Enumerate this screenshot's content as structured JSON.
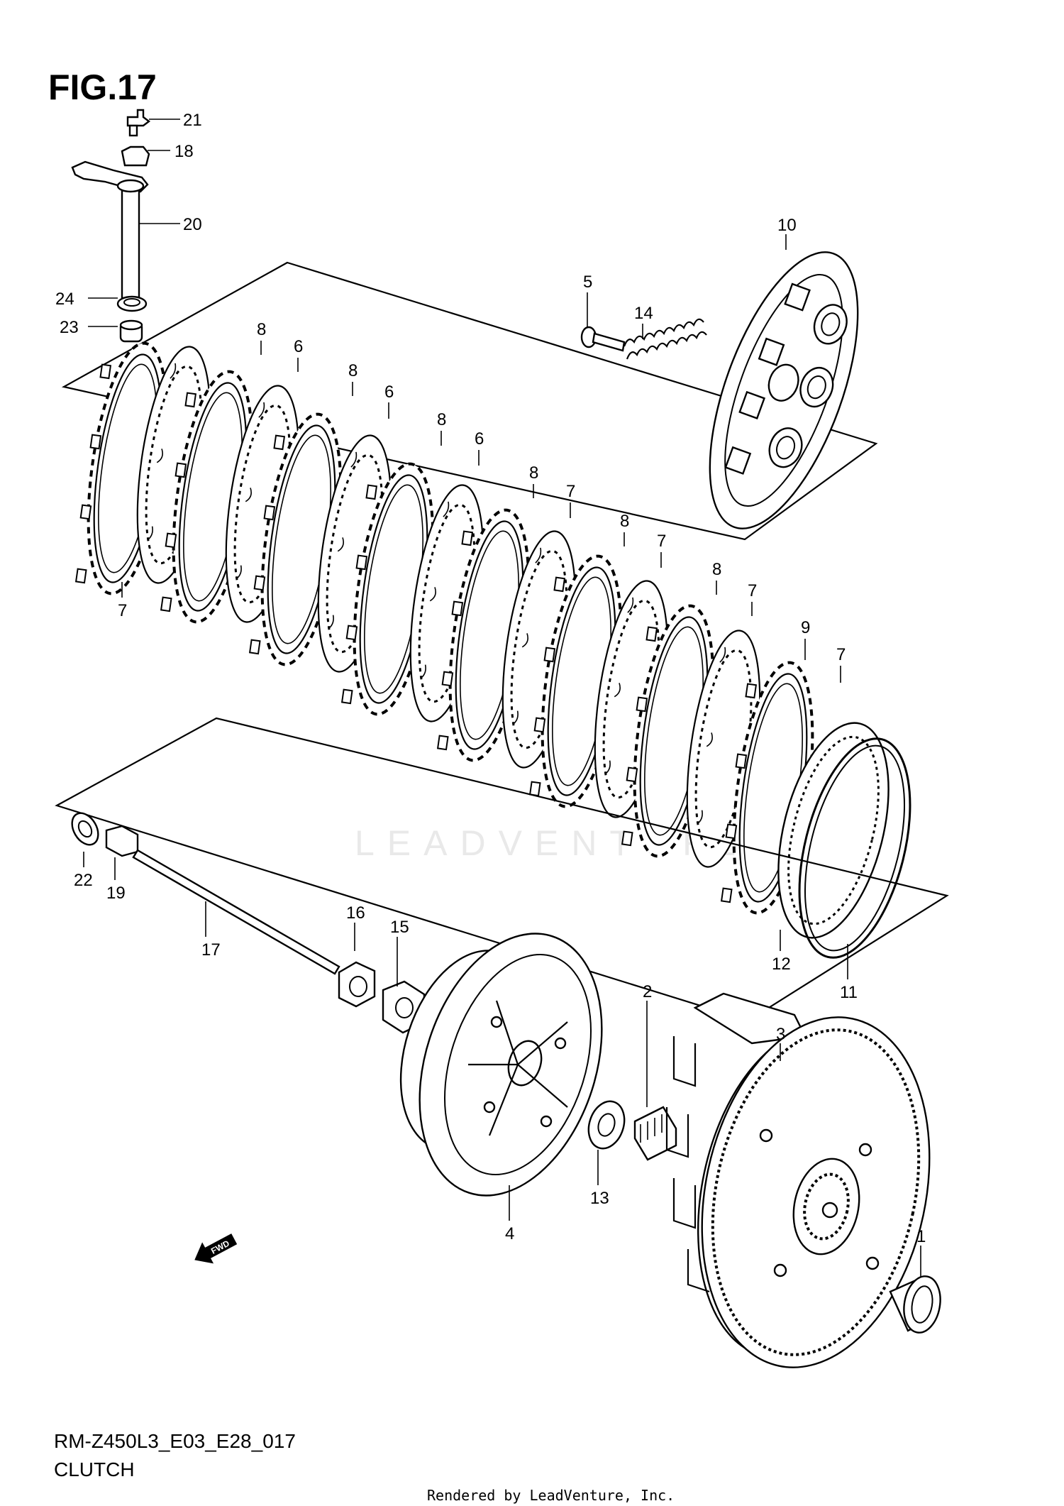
{
  "figure": {
    "title": "FIG.17",
    "drawing_code": "RM-Z450L3_E03_E28_017",
    "drawing_name": "CLUTCH",
    "rendered_by": "Rendered by LeadVenture, Inc.",
    "watermark": "LEADVENTURE",
    "fwd_label": "FWD"
  },
  "callouts": [
    {
      "id": "c21",
      "text": "21"
    },
    {
      "id": "c18",
      "text": "18"
    },
    {
      "id": "c20",
      "text": "20"
    },
    {
      "id": "c24",
      "text": "24"
    },
    {
      "id": "c23",
      "text": "23"
    },
    {
      "id": "c10",
      "text": "10"
    },
    {
      "id": "c5",
      "text": "5"
    },
    {
      "id": "c14",
      "text": "14"
    },
    {
      "id": "c8a",
      "text": "8"
    },
    {
      "id": "c6a",
      "text": "6"
    },
    {
      "id": "c8b",
      "text": "8"
    },
    {
      "id": "c6b",
      "text": "6"
    },
    {
      "id": "c8c",
      "text": "8"
    },
    {
      "id": "c6c",
      "text": "6"
    },
    {
      "id": "c8d",
      "text": "8"
    },
    {
      "id": "c7a",
      "text": "7"
    },
    {
      "id": "c8e",
      "text": "8"
    },
    {
      "id": "c7b",
      "text": "7"
    },
    {
      "id": "c8f",
      "text": "8"
    },
    {
      "id": "c7c",
      "text": "7"
    },
    {
      "id": "c9",
      "text": "9"
    },
    {
      "id": "c7d",
      "text": "7"
    },
    {
      "id": "c7e",
      "text": "7"
    },
    {
      "id": "c22",
      "text": "22"
    },
    {
      "id": "c19",
      "text": "19"
    },
    {
      "id": "c17",
      "text": "17"
    },
    {
      "id": "c16",
      "text": "16"
    },
    {
      "id": "c15",
      "text": "15"
    },
    {
      "id": "c12",
      "text": "12"
    },
    {
      "id": "c11",
      "text": "11"
    },
    {
      "id": "c3",
      "text": "3"
    },
    {
      "id": "c2",
      "text": "2"
    },
    {
      "id": "c13",
      "text": "13"
    },
    {
      "id": "c4",
      "text": "4"
    },
    {
      "id": "c1",
      "text": "1"
    }
  ]
}
